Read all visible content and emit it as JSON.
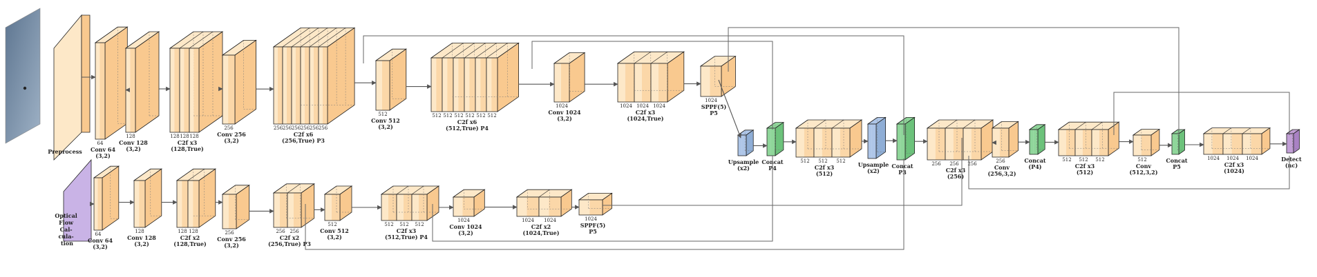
{
  "figure": {
    "preprocess_label": "Preprocess",
    "optical_flow_label": [
      "Optical",
      "Flow",
      "Cal-",
      "cula-",
      "tion"
    ]
  },
  "rgb_branch": [
    {
      "id": "conv64",
      "channels": [
        "64"
      ],
      "lines": [
        "Conv 64",
        "(3,2)"
      ]
    },
    {
      "id": "conv128",
      "channels": [
        "128"
      ],
      "lines": [
        "Conv 128",
        "(3,2)"
      ]
    },
    {
      "id": "c2f_128",
      "channels": [
        "128",
        "128",
        "128"
      ],
      "lines": [
        "C2f x3",
        "(128,True)"
      ]
    },
    {
      "id": "conv256",
      "channels": [
        "256"
      ],
      "lines": [
        "Conv 256",
        "(3,2)"
      ]
    },
    {
      "id": "c2f_256",
      "channels": [
        "256",
        "256",
        "256",
        "256",
        "256",
        "256"
      ],
      "lines": [
        "C2f x6",
        "(256,True) P3"
      ]
    },
    {
      "id": "conv512",
      "channels": [
        "512"
      ],
      "lines": [
        "Conv 512",
        "(3,2)"
      ]
    },
    {
      "id": "c2f_512",
      "channels": [
        "512",
        "512",
        "512",
        "512",
        "512",
        "512"
      ],
      "lines": [
        "C2f x6",
        "(512,True) P4"
      ]
    },
    {
      "id": "conv1024",
      "channels": [
        "1024"
      ],
      "lines": [
        "Conv 1024",
        "(3,2)"
      ]
    },
    {
      "id": "c2f_1024",
      "channels": [
        "1024",
        "1024",
        "1024"
      ],
      "lines": [
        "C2f x3",
        "(1024,True)"
      ]
    },
    {
      "id": "sppf",
      "channels": [
        "1024"
      ],
      "lines": [
        "SPPF(5)",
        "P5"
      ]
    }
  ],
  "flow_branch": [
    {
      "id": "conv64",
      "channels": [
        "64"
      ],
      "lines": [
        "Conv 64",
        "(3,2)"
      ]
    },
    {
      "id": "conv128",
      "channels": [
        "128"
      ],
      "lines": [
        "Conv 128",
        "(3,2)"
      ]
    },
    {
      "id": "c2f_128",
      "channels": [
        "128",
        "128"
      ],
      "lines": [
        "C2f x2",
        "(128,True)"
      ]
    },
    {
      "id": "conv256",
      "channels": [
        "256"
      ],
      "lines": [
        "Conv 256",
        "(3,2)"
      ]
    },
    {
      "id": "c2f_256",
      "channels": [
        "256",
        "256"
      ],
      "lines": [
        "C2f x2",
        "(256,True) P3"
      ]
    },
    {
      "id": "conv512",
      "channels": [
        "512"
      ],
      "lines": [
        "Conv 512",
        "(3,2)"
      ]
    },
    {
      "id": "c2f_512",
      "channels": [
        "512",
        "512",
        "512"
      ],
      "lines": [
        "C2f x3",
        "(512,True) P4"
      ]
    },
    {
      "id": "conv1024",
      "channels": [
        "1024"
      ],
      "lines": [
        "Conv 1024",
        "(3,2)"
      ]
    },
    {
      "id": "c2f_1024",
      "channels": [
        "1024",
        "1024"
      ],
      "lines": [
        "C2f x2",
        "(1024,True)"
      ]
    },
    {
      "id": "sppf",
      "channels": [
        "1024"
      ],
      "lines": [
        "SPPF(5)",
        "P5"
      ]
    }
  ],
  "head": [
    {
      "id": "upsample1",
      "kind": "upsample",
      "channels": [],
      "lines": [
        "Upsample",
        "(x2)"
      ]
    },
    {
      "id": "concat_p4",
      "kind": "concat",
      "channels": [],
      "lines": [
        "Concat",
        "P4"
      ]
    },
    {
      "id": "c2f_h512",
      "kind": "block",
      "channels": [
        "512",
        "512",
        "512"
      ],
      "lines": [
        "C2f x3",
        "(512)"
      ]
    },
    {
      "id": "upsample2",
      "kind": "upsample",
      "channels": [],
      "lines": [
        "Upsample",
        "(x2)"
      ]
    },
    {
      "id": "concat_p3",
      "kind": "concat",
      "channels": [],
      "lines": [
        "Concat",
        "P3"
      ]
    },
    {
      "id": "c2f_h256",
      "kind": "block",
      "channels": [
        "256",
        "256",
        "256"
      ],
      "lines": [
        "C2f x3",
        "(256)"
      ]
    },
    {
      "id": "conv_h256",
      "kind": "block",
      "channels": [
        "256"
      ],
      "lines": [
        "Conv",
        "(256,3,2)"
      ]
    },
    {
      "id": "concat_p4b",
      "kind": "concat",
      "channels": [],
      "lines": [
        "Concat",
        "(P4)"
      ]
    },
    {
      "id": "c2f_h512b",
      "kind": "block",
      "channels": [
        "512",
        "512",
        "512"
      ],
      "lines": [
        "C2f x3",
        "(512)"
      ]
    },
    {
      "id": "conv_h512",
      "kind": "block",
      "channels": [
        "512"
      ],
      "lines": [
        "Conv",
        "(512,3,2)"
      ]
    },
    {
      "id": "concat_p5",
      "kind": "concat",
      "channels": [],
      "lines": [
        "Concat",
        "P5"
      ]
    },
    {
      "id": "c2f_h1024",
      "kind": "block",
      "channels": [
        "1024",
        "1024",
        "1024"
      ],
      "lines": [
        "C2f x3",
        "(1024)"
      ]
    },
    {
      "id": "detect",
      "kind": "detect",
      "channels": [],
      "lines": [
        "Detect",
        "(nc)"
      ]
    }
  ],
  "colors": {
    "block_fill": "#f9c98f",
    "block_light": "#fde8c8",
    "block_front": "#fbd7a8",
    "upsample": "#aec6e8",
    "concat": "#8fd69a",
    "flow_purple": "#c9b3e6",
    "detect_purple": "#c29fd6",
    "edge": "#222222",
    "arrow": "#555555"
  }
}
